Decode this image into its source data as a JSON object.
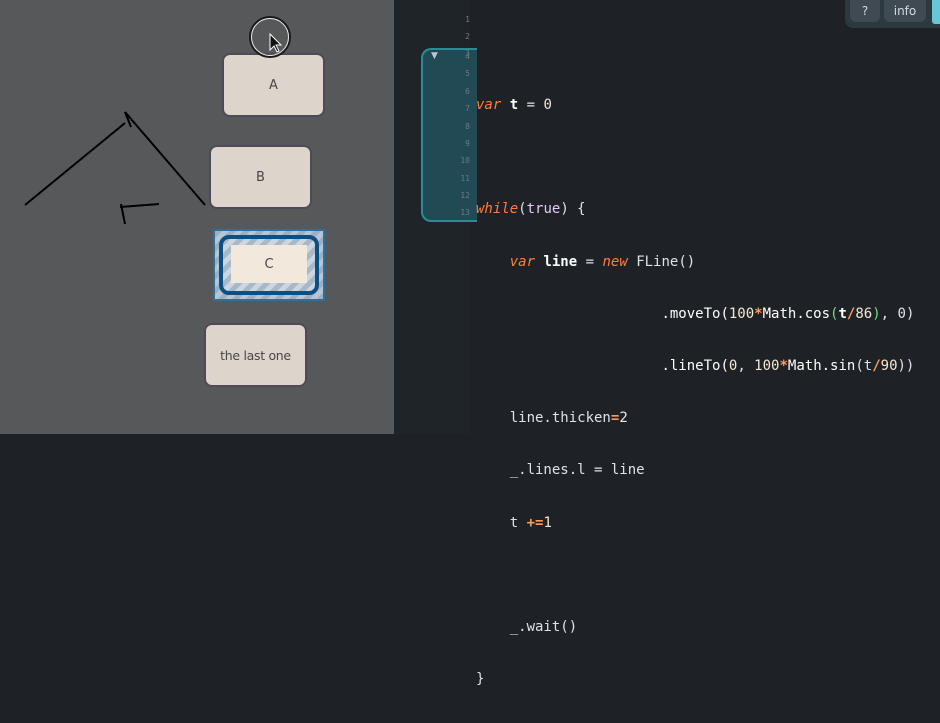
{
  "canvas": {
    "boxes": {
      "a": "A",
      "b": "B",
      "c": "C",
      "last": "the last one"
    }
  },
  "editor": {
    "line_numbers": [
      "1",
      "2",
      "3",
      "4",
      "5",
      "6",
      "7",
      "8",
      "9",
      "10",
      "11",
      "12",
      "13"
    ],
    "code": {
      "l2": {
        "kw": "var",
        "name": "t",
        "eq": " = ",
        "val": "0"
      },
      "l4": {
        "kw": "while",
        "paren_open": "(",
        "cond": "true",
        "rest": ") {"
      },
      "l5": {
        "indent": "    ",
        "kw": "var",
        "name": "line",
        "eq": " = ",
        "new": "new",
        "ctor": " FLine()"
      },
      "l6": {
        "indent": "                      ",
        "call": ".moveTo(",
        "n1": "100",
        "star": "*",
        "math": "Math.cos",
        "p_open": "(",
        "t": "t",
        "slash": "/",
        "n2": "86",
        "p_close": ")",
        "tail": ", 0)"
      },
      "l7": {
        "indent": "                      ",
        "call": ".lineTo(",
        "z": "0",
        "comma": ", ",
        "n1": "100",
        "star": "*",
        "math": "Math.sin",
        "p": "(t",
        "slash": "/",
        "n2": "90",
        "tail": "))"
      },
      "l8": {
        "indent": "    ",
        "text": "line.thicken",
        "eq": "=",
        "val": "2"
      },
      "l9": {
        "indent": "    ",
        "text": "_.lines.l = line"
      },
      "l10": {
        "indent": "    ",
        "text": "t ",
        "op": "+=",
        "val": "1"
      },
      "l12": {
        "indent": "    ",
        "text": "_.wait()"
      },
      "l13": {
        "text": "}"
      }
    }
  },
  "topbar": {
    "help_label": "?",
    "info_label": "info"
  },
  "colors": {
    "canvas_bg": "#57585a",
    "editor_bg": "#1e2227",
    "keyword": "#ff7e3e",
    "selection": "#0e4f82",
    "fold_border": "#2a8d95"
  }
}
